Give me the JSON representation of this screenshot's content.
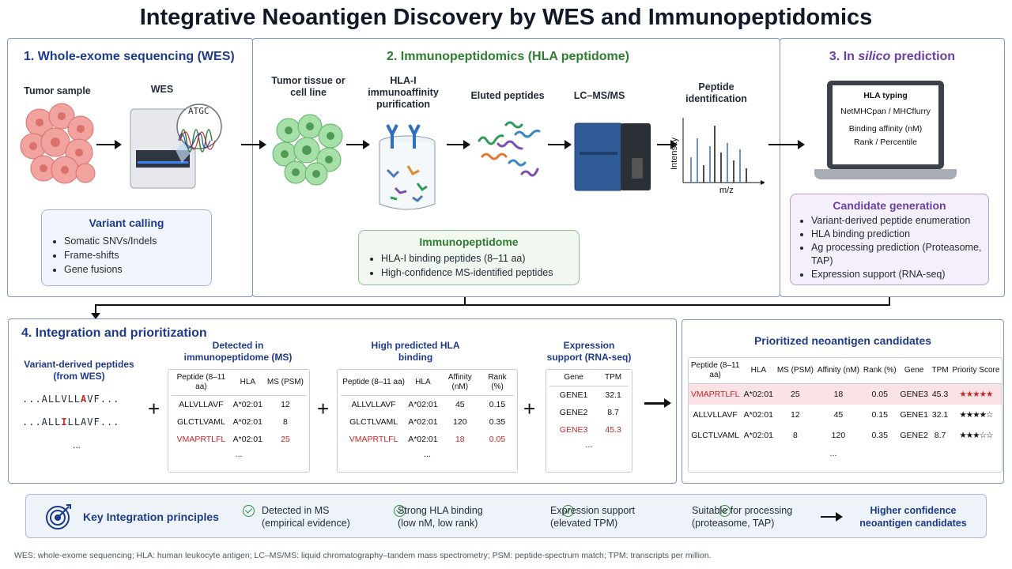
{
  "title": "Integrative Neoantigen Discovery by WES and Immunopeptidomics",
  "sec1": {
    "title": "1. Whole-exome sequencing (WES)",
    "tumor_label": "Tumor sample",
    "wes_label": "WES",
    "dna": "ATGC",
    "variant_box": {
      "title": "Variant calling",
      "items": [
        "Somatic SNVs/Indels",
        "Frame-shifts",
        "Gene fusions"
      ]
    }
  },
  "sec2": {
    "title": "2. Immunopeptidomics (HLA peptidome)",
    "steps": [
      "Tumor tissue or cell line",
      "HLA-I immunoaffinity purification",
      "Eluted peptides",
      "LC–MS/MS",
      "Peptide identification"
    ],
    "axis_y": "Intensity",
    "axis_x": "m/z",
    "box": {
      "title": "Immunopeptidome",
      "items": [
        "HLA-I binding peptides (8–11 aa)",
        "High-confidence MS-identified peptides"
      ]
    }
  },
  "sec3": {
    "title_pre": "3. In ",
    "title_em": "silico",
    "title_post": " prediction",
    "screen": [
      "HLA typing",
      "NetMHCpan / MHCflurry",
      "Binding affinity (nM)",
      "Rank / Percentile"
    ],
    "box": {
      "title": "Candidate generation",
      "items": [
        "Variant-derived peptide enumeration",
        "HLA binding prediction",
        "Ag processing prediction (Proteasome, TAP)",
        "Expression support (RNA-seq)"
      ]
    }
  },
  "sec4": {
    "title": "4. Integration and prioritization",
    "variant_title": "Variant-derived peptides (from WES)",
    "seq1": {
      "pre": "...ALLVLL",
      "mut": "A",
      "post": "VF..."
    },
    "seq2": {
      "pre": "...ALL",
      "mut": "I",
      "post": "LLAVF..."
    },
    "ellipsis": "...",
    "ms": {
      "title": "Detected in immunopeptidome (MS)",
      "headers": [
        "Peptide (8–11 aa)",
        "HLA",
        "MS (PSM)"
      ],
      "rows": [
        [
          "ALLVLLAVF",
          "A*02:01",
          "12"
        ],
        [
          "GLCTLVAML",
          "A*02:01",
          "8"
        ],
        [
          "VMAPRTLFL",
          "A*02:01",
          "25"
        ]
      ]
    },
    "hla": {
      "title": "High predicted HLA binding",
      "headers": [
        "Peptide (8–11 aa)",
        "HLA",
        "Affinity (nM)",
        "Rank (%)"
      ],
      "rows": [
        [
          "ALLVLLAVF",
          "A*02:01",
          "45",
          "0.15"
        ],
        [
          "GLCTLVAML",
          "A*02:01",
          "120",
          "0.35"
        ],
        [
          "VMAPRTLFL",
          "A*02:01",
          "18",
          "0.05"
        ]
      ]
    },
    "expr": {
      "title": "Expression support (RNA-seq)",
      "headers": [
        "Gene",
        "TPM"
      ],
      "rows": [
        [
          "GENE1",
          "32.1"
        ],
        [
          "GENE2",
          "8.7"
        ],
        [
          "GENE3",
          "45.3"
        ]
      ]
    }
  },
  "prior": {
    "title": "Prioritized neoantigen candidates",
    "headers": [
      "Peptide (8–11 aa)",
      "HLA",
      "MS (PSM)",
      "Affinity (nM)",
      "Rank (%)",
      "Gene",
      "TPM",
      "Priority Score"
    ],
    "rows": [
      [
        "VMAPRTLFL",
        "A*02:01",
        "25",
        "18",
        "0.05",
        "GENE3",
        "45.3",
        "★★★★★"
      ],
      [
        "ALLVLLAVF",
        "A*02:01",
        "12",
        "45",
        "0.15",
        "GENE1",
        "32.1",
        "★★★★☆"
      ],
      [
        "GLCTLVAML",
        "A*02:01",
        "8",
        "120",
        "0.35",
        "GENE2",
        "8.7",
        "★★★☆☆"
      ]
    ],
    "ellipsis": "..."
  },
  "principles": {
    "title": "Key Integration principles",
    "items": [
      {
        "main": "Detected in MS",
        "sub": "(empirical evidence)"
      },
      {
        "main": "Strong HLA binding",
        "sub": "(low nM, low rank)"
      },
      {
        "main": "Expression support",
        "sub": "(elevated TPM)"
      },
      {
        "main": "Suitable for processing",
        "sub": "(proteasome, TAP)"
      }
    ],
    "result": "Higher confidence neoantigen candidates"
  },
  "footnote": "WES: whole-exome sequencing; HLA: human leukocyte antigen; LC–MS/MS: liquid chromatography–tandem mass spectrometry; PSM: peptide-spectrum match; TPM: transcripts per million.",
  "colors": {
    "blue": "#1e3a8a",
    "green": "#2e7d32",
    "purple": "#6b3fa0",
    "red": "#c62828"
  }
}
